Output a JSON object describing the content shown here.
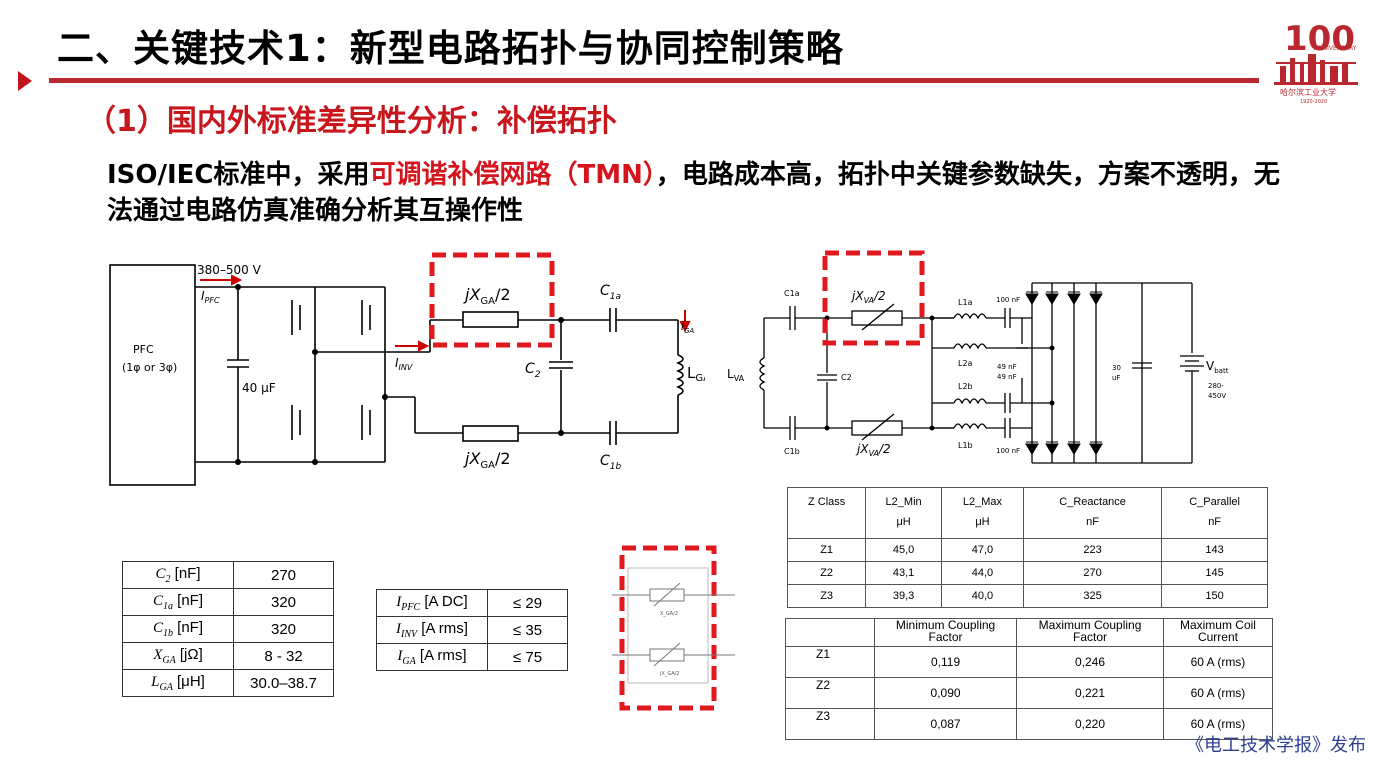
{
  "header": {
    "title": "二、关键技术1：新型电路拓扑与协同控制策略",
    "subtitle": "（1）国内外标准差异性分析：补偿拓扑"
  },
  "body_text": {
    "part1": "ISO/IEC标准中，采用",
    "highlight": "可调谐补偿网路（TMN）",
    "part2": "，电路成本高，拓扑中关键参数缺失，方案不透明，无法通过电路仿真准确分析其互操作性"
  },
  "logo": {
    "number": "100",
    "label": "ANNIVERSARY",
    "university": "哈尔滨工业大学",
    "years": "1920-2020"
  },
  "circuit_left": {
    "pfc_label": "PFC",
    "pfc_sub": "(1φ or 3φ)",
    "voltage": "380–500 V",
    "i_pfc": "I",
    "i_pfc_sub": "PFC",
    "cap": "40 μF",
    "i_inv": "I",
    "i_inv_sub": "INV",
    "jx_top": "jX",
    "jx_top_sub": "GA",
    "jx_suffix": "/2",
    "c1a": "C",
    "c1a_sub": "1a",
    "c1b": "C",
    "c1b_sub": "1b",
    "c2": "C",
    "c2_sub": "2",
    "iga": "I",
    "iga_sub": "GA",
    "lga": "L",
    "lga_sub": "GA"
  },
  "circuit_right": {
    "c1a": "C1a",
    "c1b": "C1b",
    "c2": "C2",
    "jx": "jX",
    "jx_sub": "VA",
    "jx_suffix": "/2",
    "l1a": "L1a",
    "l2a": "L2a",
    "l2b": "L2b",
    "l1b": "L1b",
    "cap_100": "100 nF",
    "cap_49": "49 nF",
    "cap_30a": "30",
    "cap_30b": "uF",
    "lva": "L",
    "lva_sub": "VA",
    "vbatt": "V",
    "vbatt_sub": "batt",
    "vrange1": "280-",
    "vrange2": "450V"
  },
  "small_box": {
    "label1": "X_GA/2",
    "label2": "jX_GA/2"
  },
  "table_params": [
    {
      "label": "C",
      "sub": "2",
      "unit": " [nF]",
      "value": "270"
    },
    {
      "label": "C",
      "sub": "1a",
      "unit": " [nF]",
      "value": "320"
    },
    {
      "label": "C",
      "sub": "1b",
      "unit": " [nF]",
      "value": "320"
    },
    {
      "label": "X",
      "sub": "GA",
      "unit": " [jΩ]",
      "value": "8 - 32"
    },
    {
      "label": "L",
      "sub": "GA",
      "unit": " [μH]",
      "value": "30.0–38.7"
    }
  ],
  "table_currents": [
    {
      "label": "I",
      "sub": "PFC",
      "unit": " [A DC]",
      "value": "≤ 29"
    },
    {
      "label": "I",
      "sub": "INV",
      "unit": " [A rms]",
      "value": "≤ 35"
    },
    {
      "label": "I",
      "sub": "GA",
      "unit": " [A rms]",
      "value": "≤ 75"
    }
  ],
  "table_zclass": {
    "headers": [
      "Z Class",
      "L2_Min",
      "L2_Max",
      "C_Reactance",
      "C_Parallel"
    ],
    "units": [
      "",
      "μH",
      "μH",
      "nF",
      "nF"
    ],
    "rows": [
      [
        "Z1",
        "45,0",
        "47,0",
        "223",
        "143"
      ],
      [
        "Z2",
        "43,1",
        "44,0",
        "270",
        "145"
      ],
      [
        "Z3",
        "39,3",
        "40,0",
        "325",
        "150"
      ]
    ]
  },
  "table_coupling": {
    "headers": [
      "",
      "Minimum Coupling\nFactor",
      "Maximum Coupling\nFactor",
      "Maximum  Coil\nCurrent"
    ],
    "rows": [
      [
        "Z1",
        "0,119",
        "0,246",
        "60 A (rms)"
      ],
      [
        "Z2",
        "0,090",
        "0,221",
        "60 A (rms)"
      ],
      [
        "Z3",
        "0,087",
        "0,220",
        "60 A (rms)"
      ]
    ]
  },
  "footer": "《电工技术学报》发布",
  "colors": {
    "accent": "#c8161d",
    "rule": "#b8282e",
    "dash": "#e0191f",
    "footer": "#2e3f8f"
  }
}
